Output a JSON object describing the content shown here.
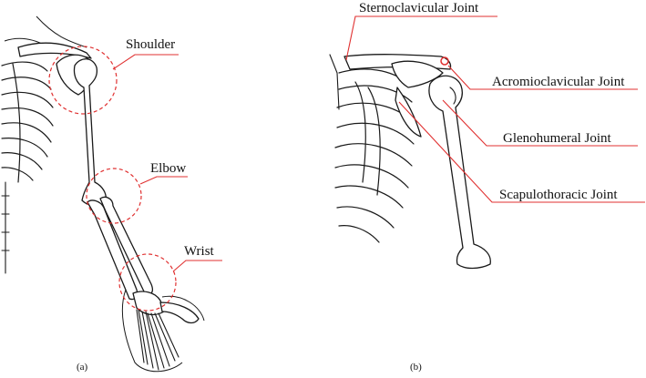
{
  "colors": {
    "annotation": "#e03030",
    "ink": "#1a1a1a"
  },
  "panel_a": {
    "caption": "(a)",
    "labels": {
      "shoulder": "Shoulder",
      "elbow": "Elbow",
      "wrist": "Wrist"
    }
  },
  "panel_b": {
    "caption": "(b)",
    "labels": {
      "sternoclavicular": "Sternoclavicular Joint",
      "acromioclavicular": "Acromioclavicular Joint",
      "glenohumeral": "Glenohumeral Joint",
      "scapulothoracic": "Scapulothoracic Joint"
    }
  }
}
